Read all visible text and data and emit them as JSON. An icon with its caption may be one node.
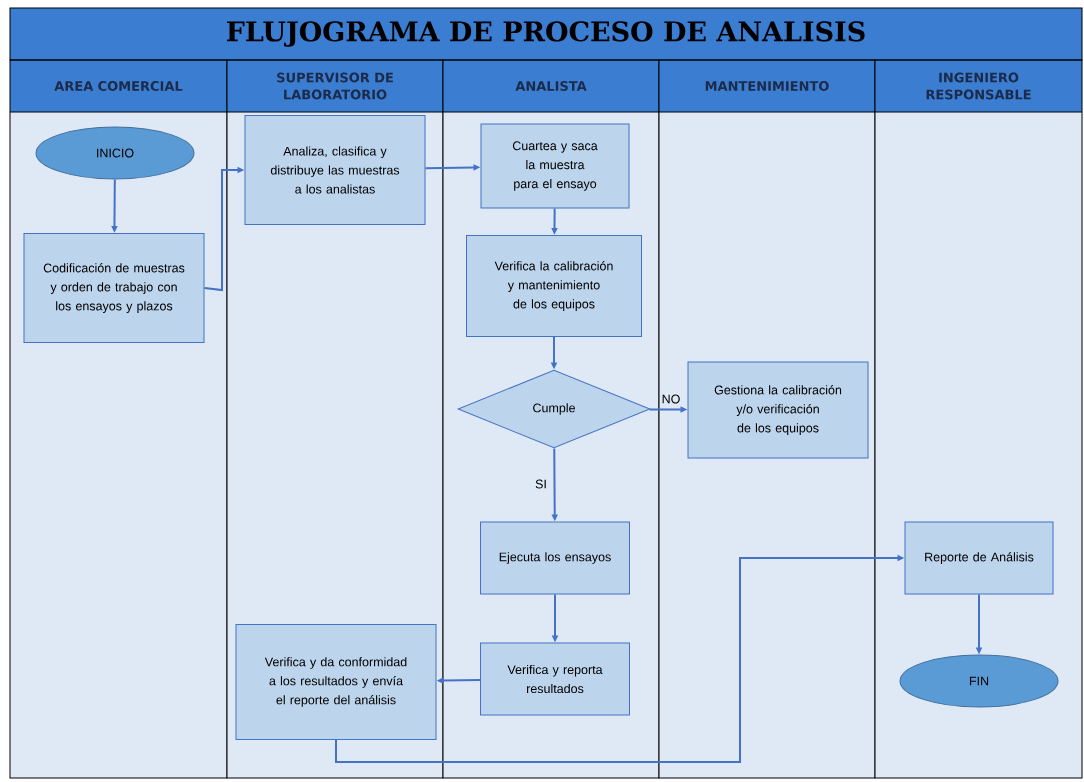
{
  "diagram": {
    "title": "FLUJOGRAMA DE PROCESO DE ANALISIS",
    "nodes": [
      {
        "text": [
          "AREA COMERCIAL"
        ]
      },
      {
        "text": [
          "SUPERVISOR DE LABORATORIO"
        ]
      },
      {
        "text": [
          "ANALISTA"
        ]
      },
      {
        "text": [
          "MANTENIMIENTO"
        ]
      },
      {
        "text": [
          "INGENIERO RESPONSABLE"
        ]
      },
      {
        "text": [
          "INICIO"
        ],
        "in": 0
      },
      {
        "text": [
          "Codificación de muestras y orden de trabajo con los ensayos y plazos"
        ],
        "in": 0
      },
      {
        "text": [
          "Analiza, clasifica y distribuye las muestras a los analistas"
        ],
        "in": 1
      },
      {
        "text": [
          "Cuartea y saca la muestra para el ensayo"
        ],
        "in": 2
      },
      {
        "text": [
          "Verifica la calibración y mantenimiento de los equipos"
        ],
        "in": 2
      },
      {
        "text": [
          "Cumple"
        ],
        "in": 2
      },
      {
        "text": [
          "Gestiona la calibración y/o verificación de los equipos"
        ],
        "in": 3
      },
      {
        "text": [
          "Ejecuta los ensayos"
        ],
        "in": 2
      },
      {
        "text": [
          "Verifica y reporta resultados"
        ],
        "in": 2
      },
      {
        "text": [
          "Verifica y da conformidad a los resultados y envía el reporte del análisis"
        ],
        "in": 1
      },
      {
        "text": [
          "Reporte de Análisis"
        ],
        "in": 4
      },
      {
        "text": [
          "FIN"
        ],
        "in": 4
      }
    ],
    "edges": [
      {
        "from": 5,
        "to": 6,
        "arrow": "to"
      },
      {
        "from": 6,
        "to": 7,
        "arrow": "to"
      },
      {
        "from": 7,
        "to": 8,
        "arrow": "to"
      },
      {
        "from": 8,
        "to": 9,
        "arrow": "to"
      },
      {
        "from": 9,
        "to": 10,
        "arrow": "to"
      },
      {
        "from": 10,
        "to": 11,
        "arrow": "to",
        "label": "NO"
      },
      {
        "from": 10,
        "to": 12,
        "arrow": "to",
        "label": "SI"
      },
      {
        "from": 12,
        "to": 13,
        "arrow": "to"
      },
      {
        "from": 13,
        "to": 14,
        "arrow": "to"
      },
      {
        "from": 14,
        "to": 15,
        "arrow": "to"
      },
      {
        "from": 15,
        "to": 16,
        "arrow": "to"
      }
    ]
  }
}
